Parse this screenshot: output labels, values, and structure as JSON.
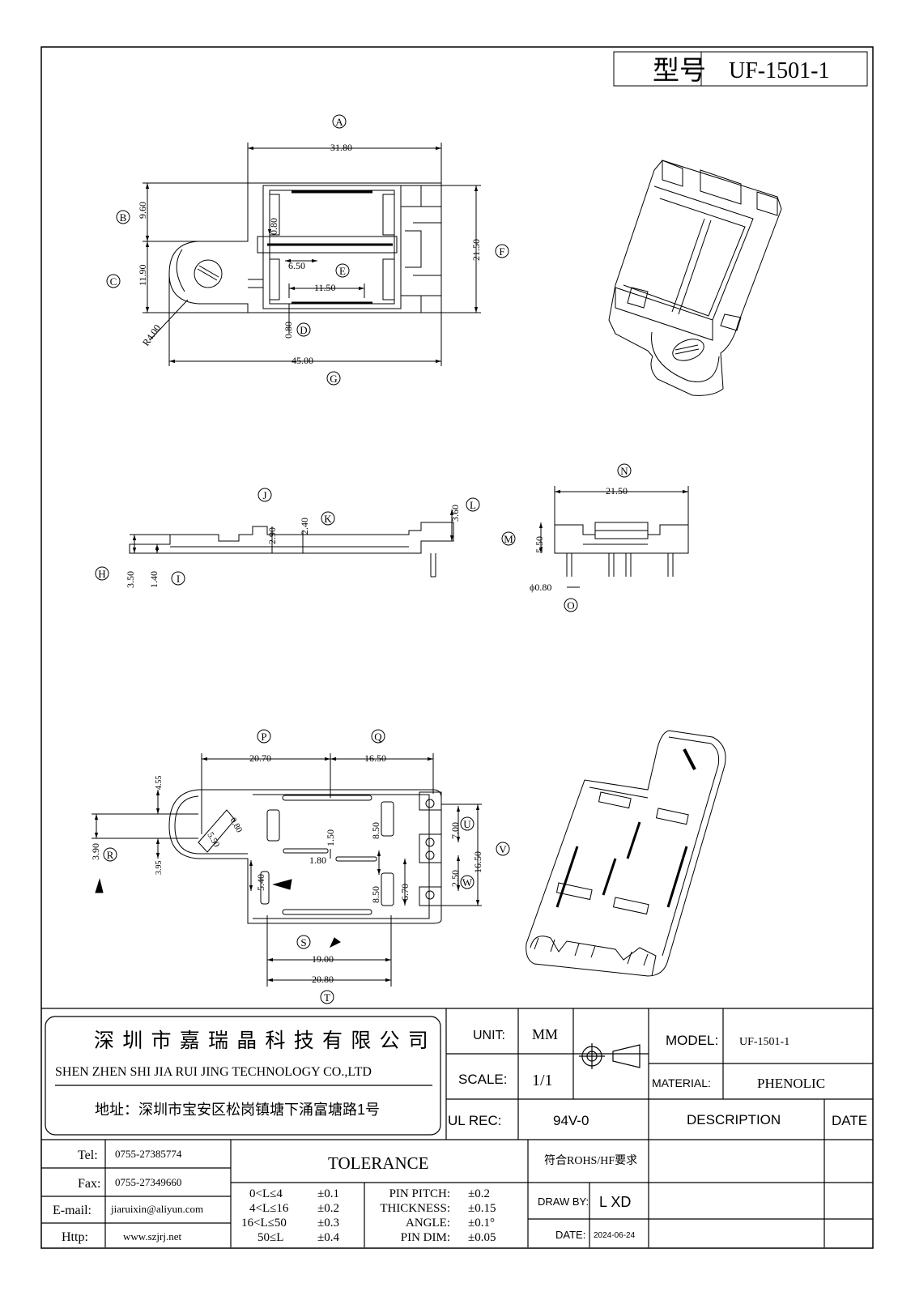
{
  "title_block": {
    "model_label": "型号",
    "model_value": "UF-1501-1",
    "company_cn": "深 圳 市 嘉 瑞 晶 科 技 有 限 公 司",
    "company_en": "SHEN ZHEN SHI  JIA RUI JING  TECHNOLOGY CO.,LTD",
    "address": "地址：深圳市宝安区松岗镇塘下涌富塘路1号",
    "unit_label": "UNIT:",
    "unit_value": "MM",
    "scale_label": "SCALE:",
    "scale_value": "1/1",
    "ul_label": "UL REC:",
    "ul_value": "94V-0",
    "model_label_en": "MODEL:",
    "model_value_small": "UF-1501-1",
    "material_label": "MATERIAL:",
    "material_value": "PHENOLIC",
    "description_label": "DESCRIPTION",
    "date_label": "DATE",
    "tel_label": "Tel:",
    "tel_value": "0755-27385774",
    "fax_label": "Fax:",
    "fax_value": "0755-27349660",
    "email_label": "E-mail:",
    "email_value": "jiaruixin@aliyun.com",
    "http_label": "Http:",
    "http_value": "www.szjrj.net",
    "tolerance_label": "TOLERANCE",
    "rohs": "符合ROHS/HF要求",
    "tol_1": "0<L≤4",
    "tol_1v": "±0.1",
    "tol_2": "4<L≤16",
    "tol_2v": "±0.2",
    "tol_3": "16<L≤50",
    "tol_3v": "±0.3",
    "tol_4": "50≤L",
    "tol_4v": "±0.4",
    "pin_pitch": "PIN PITCH:",
    "pin_pitch_v": "±0.2",
    "thickness": "THICKNESS:",
    "thickness_v": "±0.15",
    "angle": "ANGLE:",
    "angle_v": "±0.1°",
    "pin_dim": "PIN DIM:",
    "pin_dim_v": "±0.05",
    "draw_by_label": "DRAW BY:",
    "draw_by_value": "L XD",
    "date_small_label": "DATE:",
    "date_value": "2024-06-24"
  },
  "dims": {
    "a": "31.80",
    "b": "9.60",
    "c": "11.90",
    "e_h": "0.80",
    "e_w": "6.50",
    "f_w": "11.50",
    "height": "21.50",
    "d": "0.80",
    "radius": "R4.00",
    "width": "45.00",
    "j": "2.90",
    "k": "2.40",
    "l": "3.60",
    "h": "3.50",
    "i": "1.40",
    "n": "21.50",
    "m": "5.50",
    "o": "ϕ0.80",
    "p": "20.70",
    "q": "16.50",
    "top_4": "4.55",
    "r": "3.90",
    "bot_3": "3.95",
    "s1": "0.80",
    "s2": "5.50",
    "c1": "1.50",
    "c2": "1.80",
    "h1": "8.50",
    "h2": "8.50",
    "h3": "6.70",
    "v1": "5.40",
    "u": "7.00",
    "w": "2.50",
    "v": "16.50",
    "s": "19.00",
    "t": "20.80"
  },
  "callouts": {
    "A": "A",
    "B": "B",
    "C": "C",
    "D": "D",
    "E": "E",
    "F": "F",
    "G": "G",
    "H": "H",
    "I": "I",
    "J": "J",
    "K": "K",
    "L": "L",
    "M": "M",
    "N": "N",
    "O": "O",
    "P": "P",
    "Q": "Q",
    "R": "R",
    "S": "S",
    "T": "T",
    "U": "U",
    "V": "V",
    "W": "W"
  }
}
